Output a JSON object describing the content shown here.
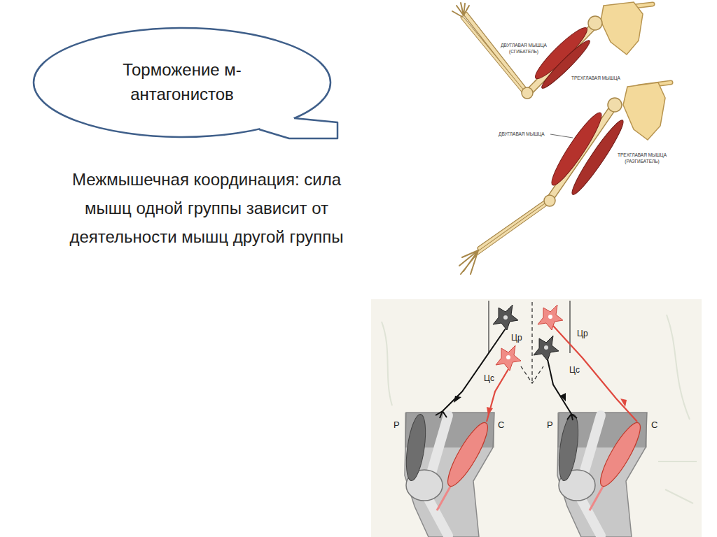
{
  "diagram": {
    "nodes": [
      {
        "text": [
          "Торможение м-антагонистов"
        ]
      }
    ],
    "labels": [
      "Межмышечная координация: сила мышц одной группы зависит от деятельности мышц другой группы",
      "ДВУГЛАВАЯ МЫШЦА (СГИБАТЕЛЬ)",
      "ТРЕХГЛАВАЯ МЫШЦА",
      "ДВУГЛАВАЯ МЫШЦА",
      "ТРЕХГЛАВАЯ МЫШЦА (РАЗГИБАТЕЛЬ)",
      "Цр",
      "Цс",
      "Р",
      "С",
      "Цр",
      "Цс",
      "Р",
      "С"
    ]
  }
}
